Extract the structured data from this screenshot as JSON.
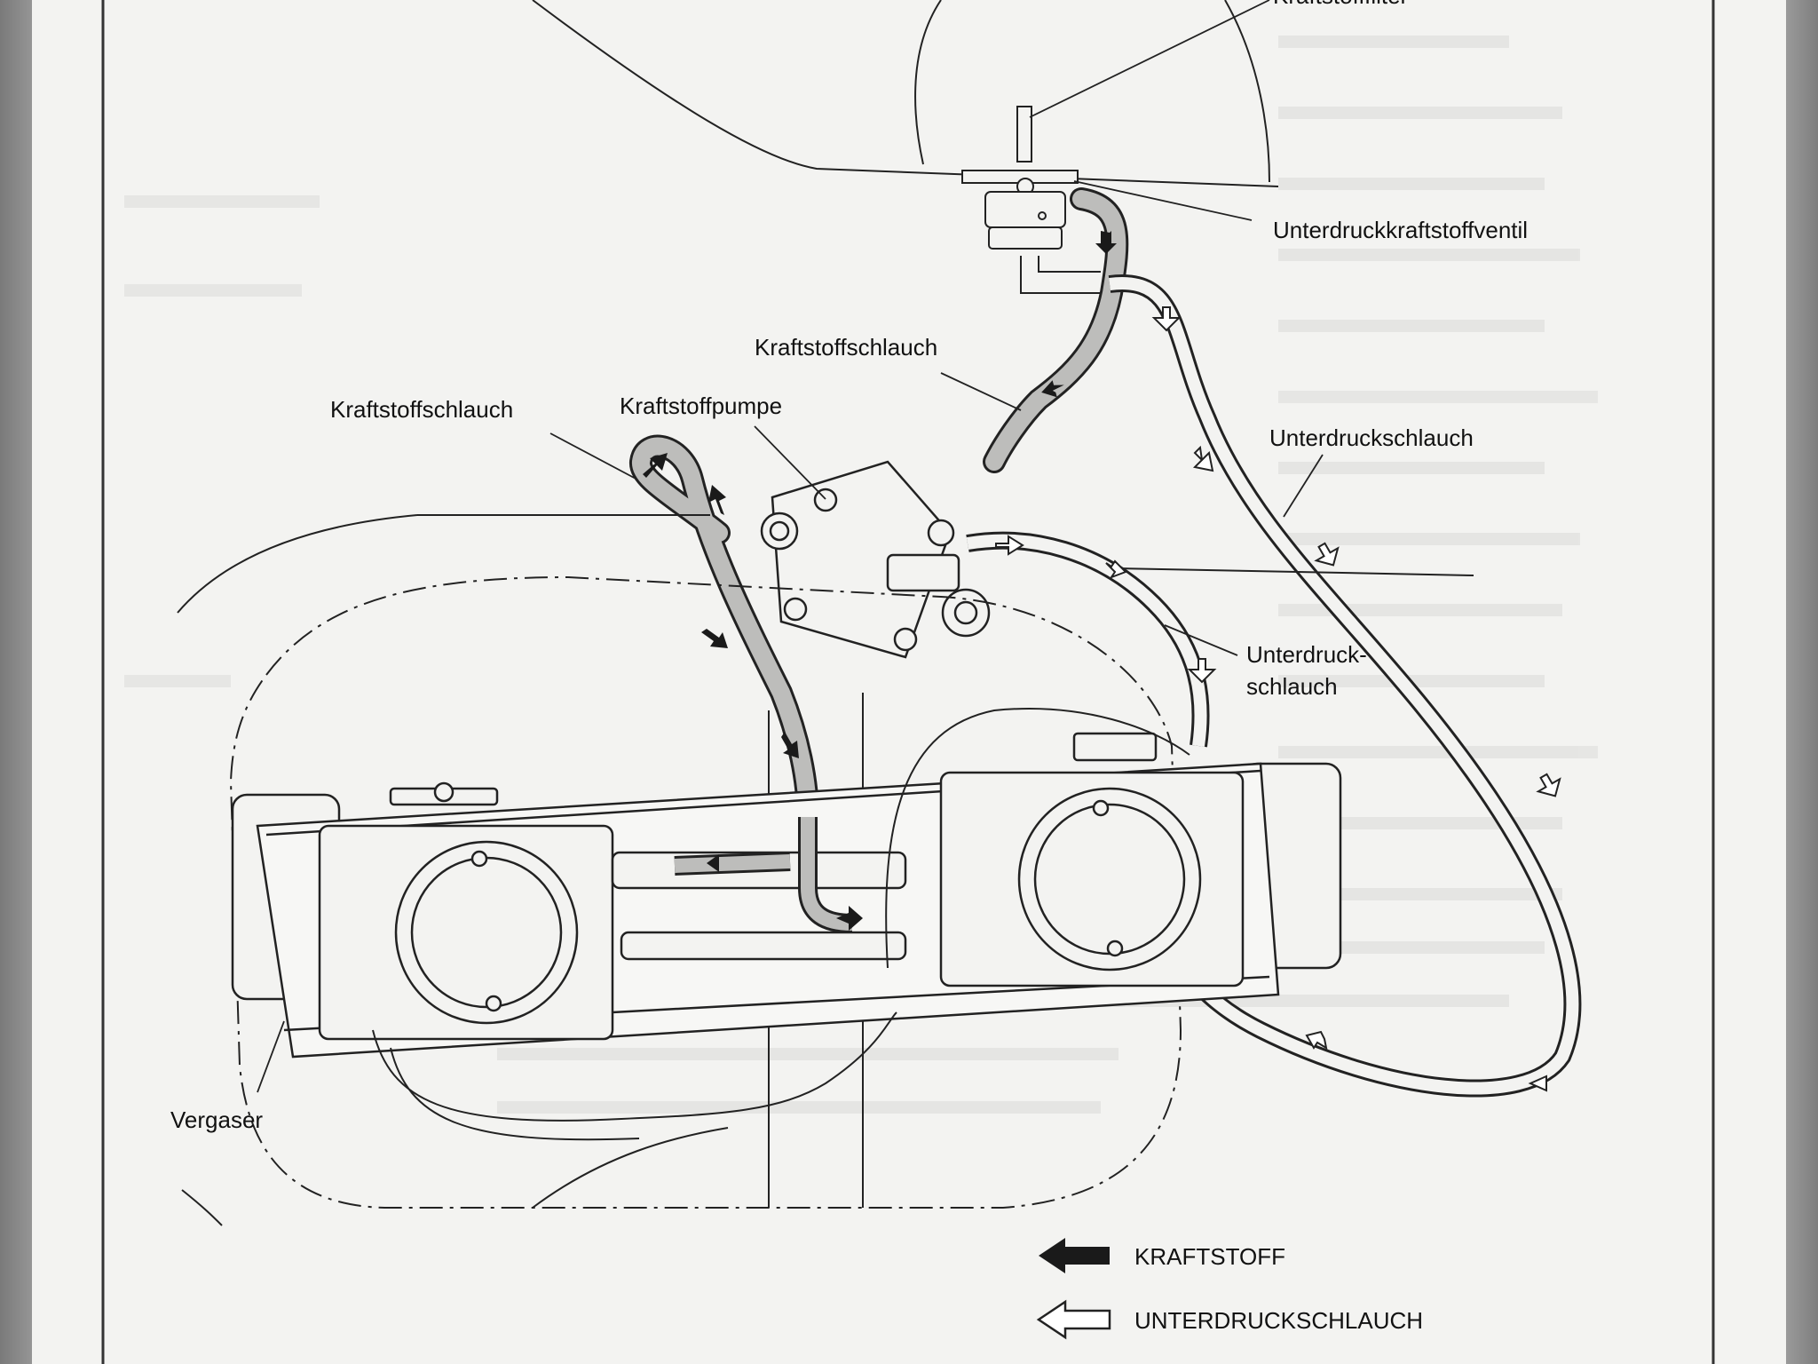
{
  "labels": {
    "top_cut": "Kraftstofffilter",
    "vacuum_valve": "Unterdruckkraftstoffventil",
    "fuel_hose_upper": "Kraftstoffschlauch",
    "fuel_hose_left": "Kraftstoffschlauch",
    "fuel_pump": "Kraftstoffpumpe",
    "vacuum_hose_right": "Unterdruckschlauch",
    "vacuum_hose_mid_1": "Unterdruck-",
    "vacuum_hose_mid_2": "schlauch",
    "carburetor": "Vergaser"
  },
  "legend": {
    "fuel": "KRAFTSTOFF",
    "vacuum": "UNTERDRUCKSCHLAUCH"
  },
  "colors": {
    "fuel_arrow": "#1a1a1a",
    "vacuum_arrow": "#ffffff",
    "line": "#222222",
    "paper": "#f3f3f1"
  }
}
